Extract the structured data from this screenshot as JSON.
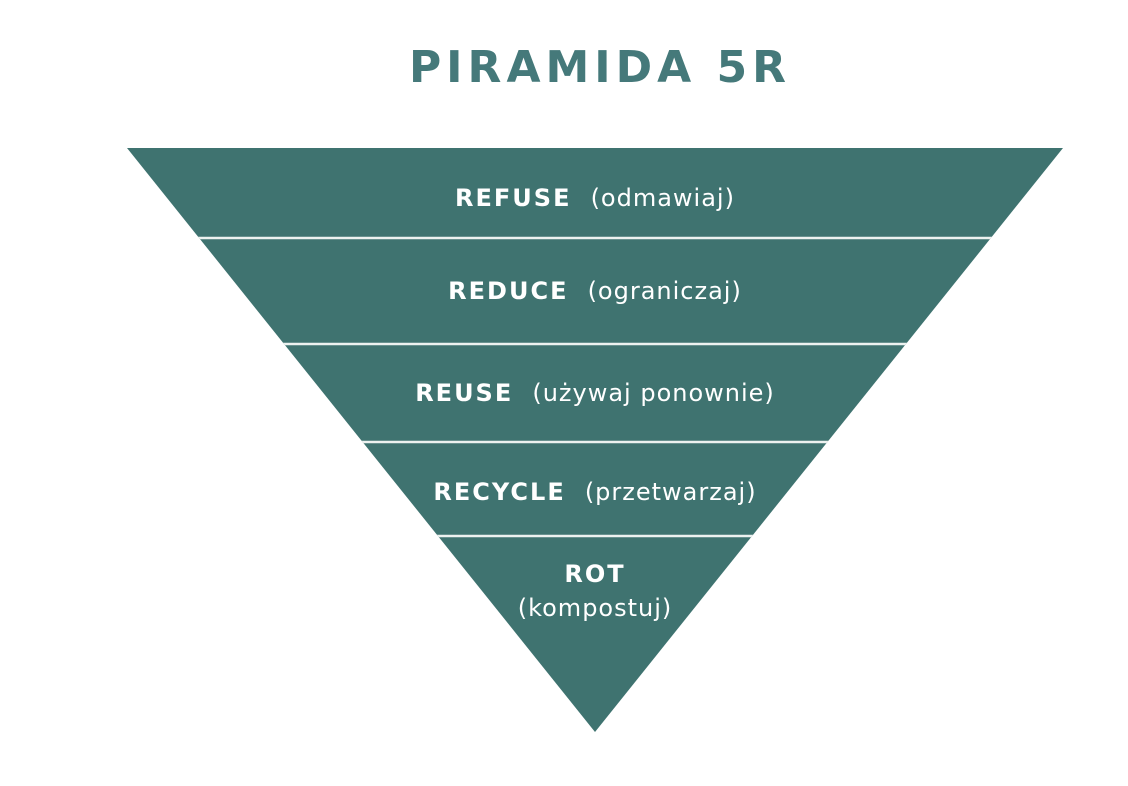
{
  "title": "PIRAMIDA 5R",
  "colors": {
    "background": "#FFFFFF",
    "title": "#45797A",
    "pyramid": "#3F7370",
    "divider": "#EDF2F0",
    "label_text": "#FFFFFF"
  },
  "pyramid": {
    "type": "inverted-pyramid",
    "levels": [
      {
        "rank": 1,
        "name": "REFUSE",
        "translation": "(odmawiaj)"
      },
      {
        "rank": 2,
        "name": "REDUCE",
        "translation": "(ograniczaj)"
      },
      {
        "rank": 3,
        "name": "REUSE",
        "translation": "(używaj ponownie)"
      },
      {
        "rank": 4,
        "name": "RECYCLE",
        "translation": "(przetwarzaj)"
      },
      {
        "rank": 5,
        "name": "ROT",
        "translation": "(kompostuj)"
      }
    ]
  }
}
